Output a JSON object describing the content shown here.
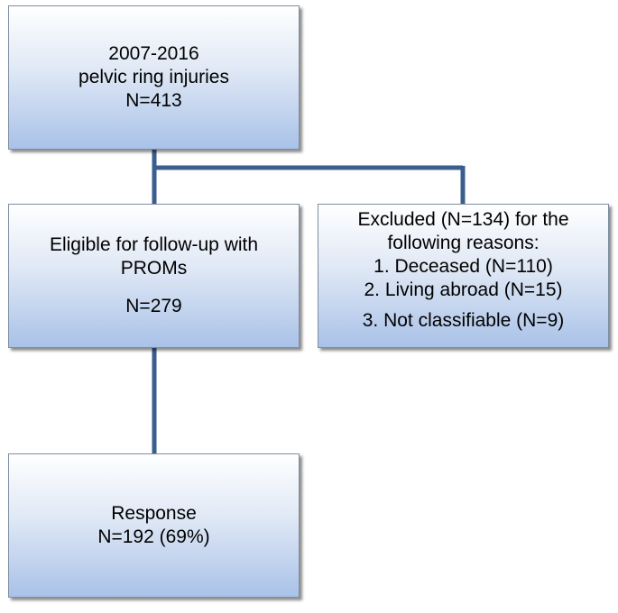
{
  "flowchart": {
    "source": {
      "line1": "2007-2016",
      "line2": "pelvic ring injuries",
      "line3": "N=413"
    },
    "eligible": {
      "line1": "Eligible for follow-up with",
      "line2": "PROMs",
      "line3": "N=279"
    },
    "excluded": {
      "line1": "Excluded (N=134) for the",
      "line2": "following reasons:",
      "reasons": [
        "1. Deceased (N=110)",
        "2. Living abroad (N=15)",
        "3. Not classifiable (N=9)"
      ]
    },
    "response": {
      "line1": "Response",
      "line2": "N=192 (69%)"
    }
  },
  "colors": {
    "connector": "#3a5f8f",
    "box_border": "#7f8ea3",
    "box_gradient_top": "#ffffff",
    "box_gradient_bottom": "#a9c2e8"
  }
}
